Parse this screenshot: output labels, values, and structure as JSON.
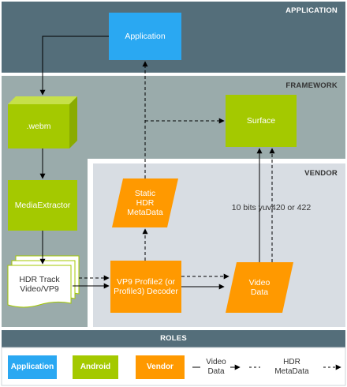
{
  "colors": {
    "application": "#2aa8f2",
    "android": "#a4c900",
    "vendor": "#ff9900",
    "application_layer": "#546e7a",
    "framework_layer": "#9aabab",
    "vendor_layer": "#d8dde3",
    "roles_bar": "#546e7a"
  },
  "sections": {
    "application": "APPLICATION",
    "framework": "FRAMEWORK",
    "vendor": "VENDOR",
    "roles": "ROLES"
  },
  "nodes": {
    "application": "Application",
    "webm": ".webm",
    "surface": "Surface",
    "media_extractor": "MediaExtractor",
    "static_hdr_line1": "Static",
    "static_hdr_line2": "HDR",
    "static_hdr_line3": "MetaData",
    "hdr_track_line1": "HDR Track",
    "hdr_track_line2": "Video/VP9",
    "decoder_line1": "VP9 Profile2 (or",
    "decoder_line2": "Profile3) Decoder",
    "video_data_line1": "Video",
    "video_data_line2": "Data"
  },
  "edge_labels": {
    "yuv": "10 bits yuv420 or 422"
  },
  "legend": {
    "application": "Application",
    "android": "Android",
    "vendor": "Vendor",
    "video_data_line1": "Video",
    "video_data_line2": "Data",
    "hdr_metadata_line1": "HDR",
    "hdr_metadata_line2": "MetaData"
  }
}
